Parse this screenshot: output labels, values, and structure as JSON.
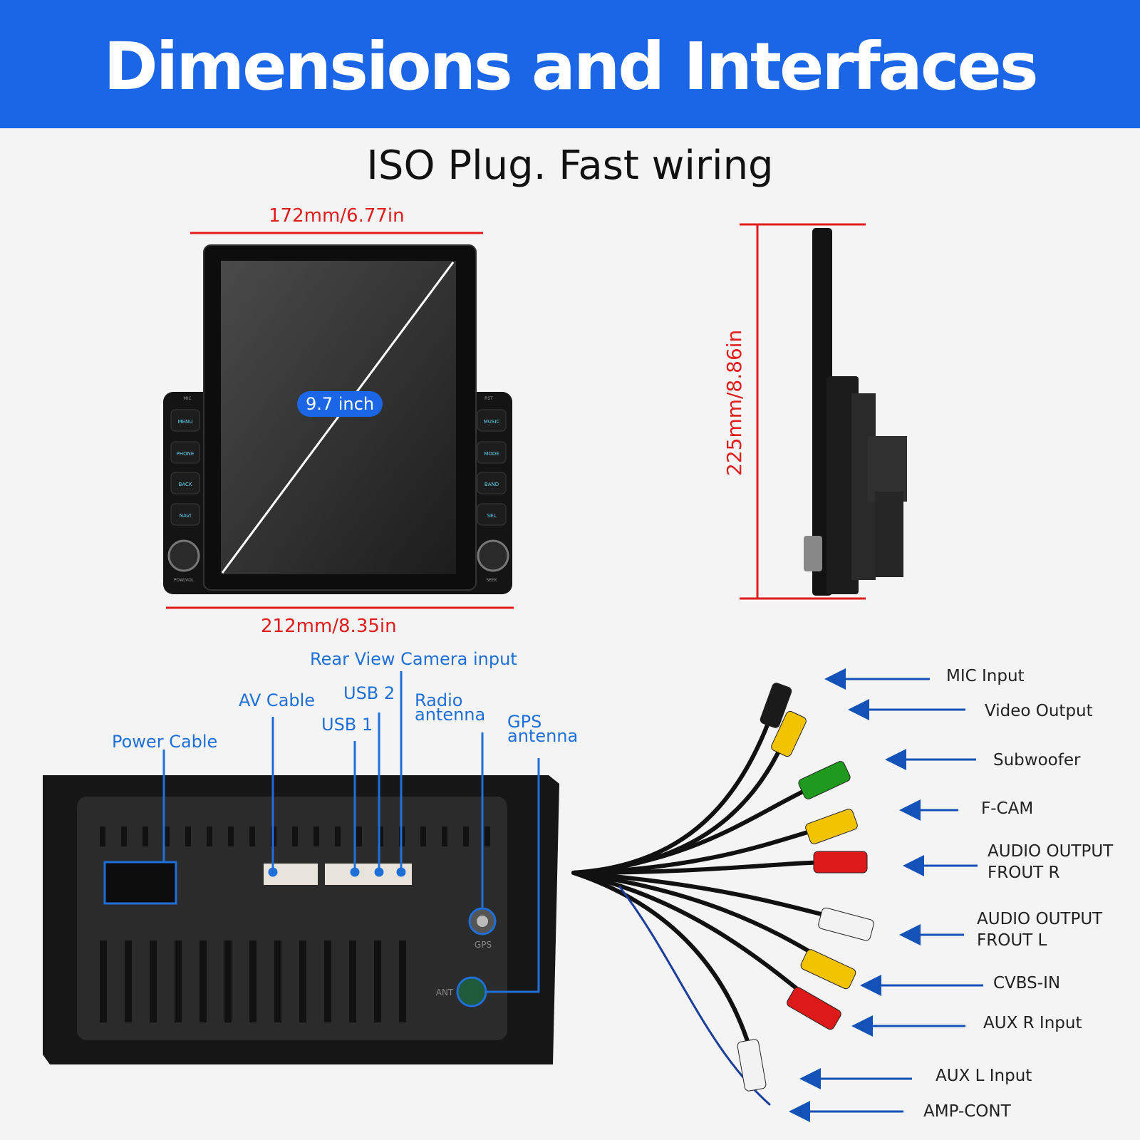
{
  "header": {
    "title": "Dimensions and Interfaces"
  },
  "subtitle": "ISO Plug. Fast wiring",
  "dimensions": {
    "top_width": "172mm/6.77in",
    "bottom_width": "212mm/8.35in",
    "height": "225mm/8.86in",
    "screen_size": "9.7 inch"
  },
  "device_buttons": {
    "left": [
      "MENU",
      "PHONE",
      "BACK",
      "NAVI"
    ],
    "right": [
      "MUSIC",
      "MODE",
      "BAND",
      "SEL"
    ],
    "left_top": "MIC",
    "right_top": "RST",
    "left_knob": "POW/VOL",
    "right_knob": "SEEK"
  },
  "rear_interfaces": {
    "power_cable": "Power Cable",
    "av_cable": "AV Cable",
    "usb1": "USB 1",
    "usb2": "USB 2",
    "rear_camera": "Rear View Camera input",
    "radio_antenna_line1": "Radio",
    "radio_antenna_line2": "antenna",
    "gps_antenna_line1": "GPS",
    "gps_antenna_line2": "antenna",
    "gps_port": "GPS",
    "ant_port": "ANT"
  },
  "wire_labels": {
    "mic_input": "MIC Input",
    "video_output": "Video Output",
    "subwoofer": "Subwoofer",
    "f_cam": "F-CAM",
    "audio_output_r_line1": "AUDIO OUTPUT",
    "audio_output_r_line2": "FROUT R",
    "audio_output_l_line1": "AUDIO OUTPUT",
    "audio_output_l_line2": "FROUT L",
    "cvbs_in": "CVBS-IN",
    "aux_r_input": "AUX R Input",
    "aux_l_input": "AUX L Input",
    "amp_cont": "AMP-CONT"
  },
  "colors": {
    "brand_blue": "#1a66e6",
    "dimension_red": "#e21b1b",
    "label_blue": "#1f6fd8",
    "arrow_blue": "#1552b8"
  }
}
